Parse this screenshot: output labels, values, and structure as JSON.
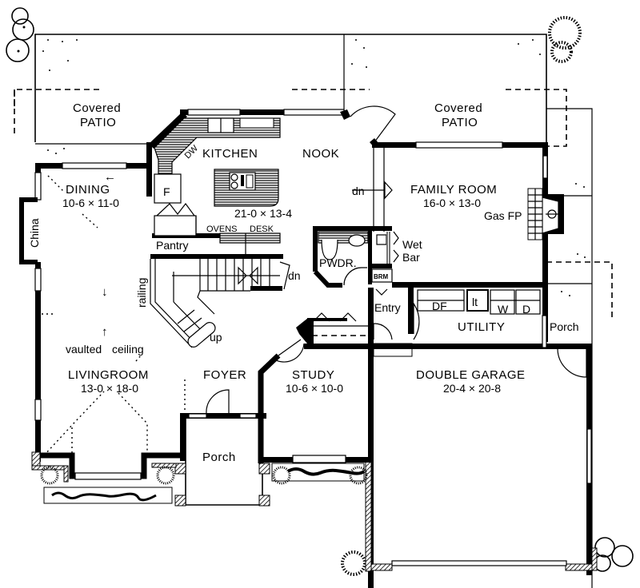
{
  "plan": {
    "rooms": {
      "covered_patio_left": {
        "line1": "Covered",
        "line2": "PATIO"
      },
      "covered_patio_right": {
        "line1": "Covered",
        "line2": "PATIO"
      },
      "kitchen": {
        "name": "KITCHEN",
        "size": "21-0 × 13-4"
      },
      "nook": {
        "name": "NOOK"
      },
      "dining": {
        "name": "DINING",
        "size": "10-6 × 11-0"
      },
      "family_room": {
        "name": "FAMILY ROOM",
        "size": "16-0 × 13-0"
      },
      "living_room": {
        "name": "LIVINGROOM",
        "size": "13-0 × 18-0"
      },
      "foyer": {
        "name": "FOYER"
      },
      "study": {
        "name": "STUDY",
        "size": "10-6 × 10-0"
      },
      "double_garage": {
        "name": "DOUBLE GARAGE",
        "size": "20-4 × 20-8"
      },
      "utility": {
        "name": "UTILITY"
      },
      "powder": {
        "name": "PWDR."
      },
      "entry": {
        "name": "Entry"
      },
      "porch_front": {
        "name": "Porch"
      },
      "porch_side": {
        "name": "Porch"
      },
      "pantry": {
        "name": "Pantry"
      }
    },
    "labels": {
      "china": "China",
      "dw": "DW",
      "fridge": "F",
      "ovens": "OVENS",
      "desk": "DESK",
      "stairs_dn": "dn",
      "stairs_up": "up",
      "railing": "railing",
      "family_dn": "dn",
      "gas_fp": "Gas FP",
      "wet_bar_1": "Wet",
      "wet_bar_2": "Bar",
      "brm": "BRM",
      "vaulted_1": "vaulted",
      "vaulted_2": "ceiling",
      "df": "DF",
      "lt": "lt",
      "washer": "W",
      "dryer": "D",
      "arrow_left": "←",
      "arrow_down": "↓",
      "arrow_up": "↑"
    }
  }
}
